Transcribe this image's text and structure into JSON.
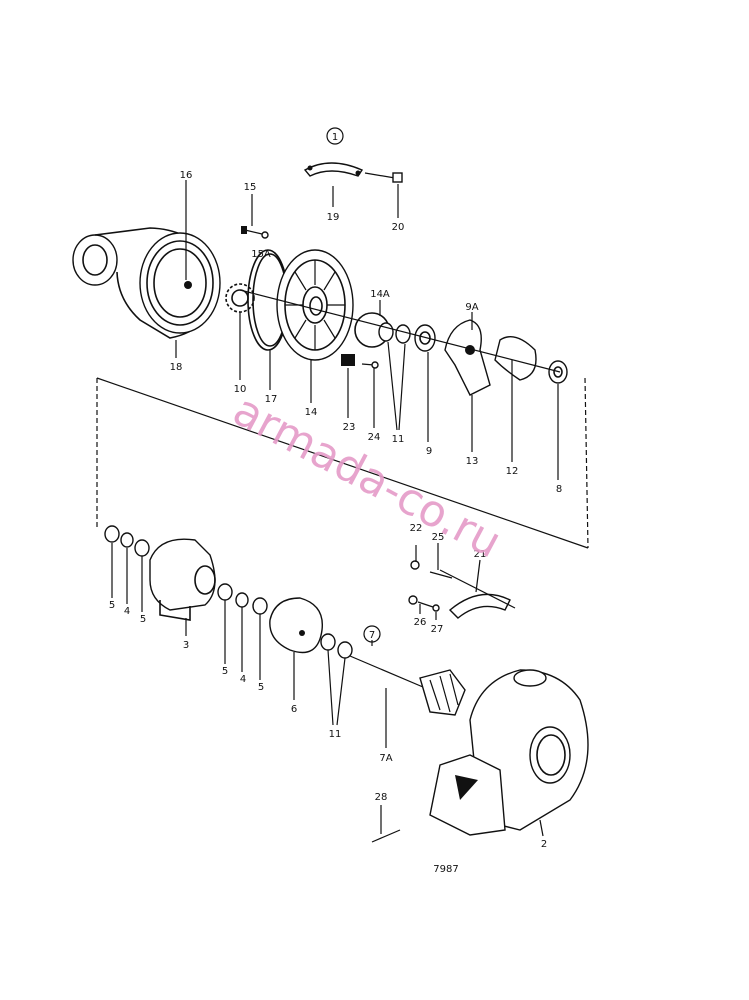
{
  "diagram": {
    "figure_number": "7987",
    "watermark": "armada-co.ru",
    "circled_refs": {
      "top": "1",
      "middle": "7"
    },
    "labels": {
      "p1": "1",
      "p2": "2",
      "p3": "3",
      "p4a": "4",
      "p4b": "4",
      "p5a": "5",
      "p5b": "5",
      "p5c": "5",
      "p5d": "5",
      "p6": "6",
      "p7a": "7A",
      "p8": "8",
      "p9": "9",
      "p9a": "9A",
      "p10": "10",
      "p11a": "11",
      "p11b": "11",
      "p12": "12",
      "p13": "13",
      "p14": "14",
      "p14a": "14A",
      "p15": "15",
      "p15a": "15A",
      "p16": "16",
      "p17": "17",
      "p18": "18",
      "p19": "19",
      "p20": "20",
      "p21": "21",
      "p22": "22",
      "p23": "23",
      "p24": "24",
      "p25": "25",
      "p26": "26",
      "p27": "27",
      "p28": "28"
    }
  }
}
